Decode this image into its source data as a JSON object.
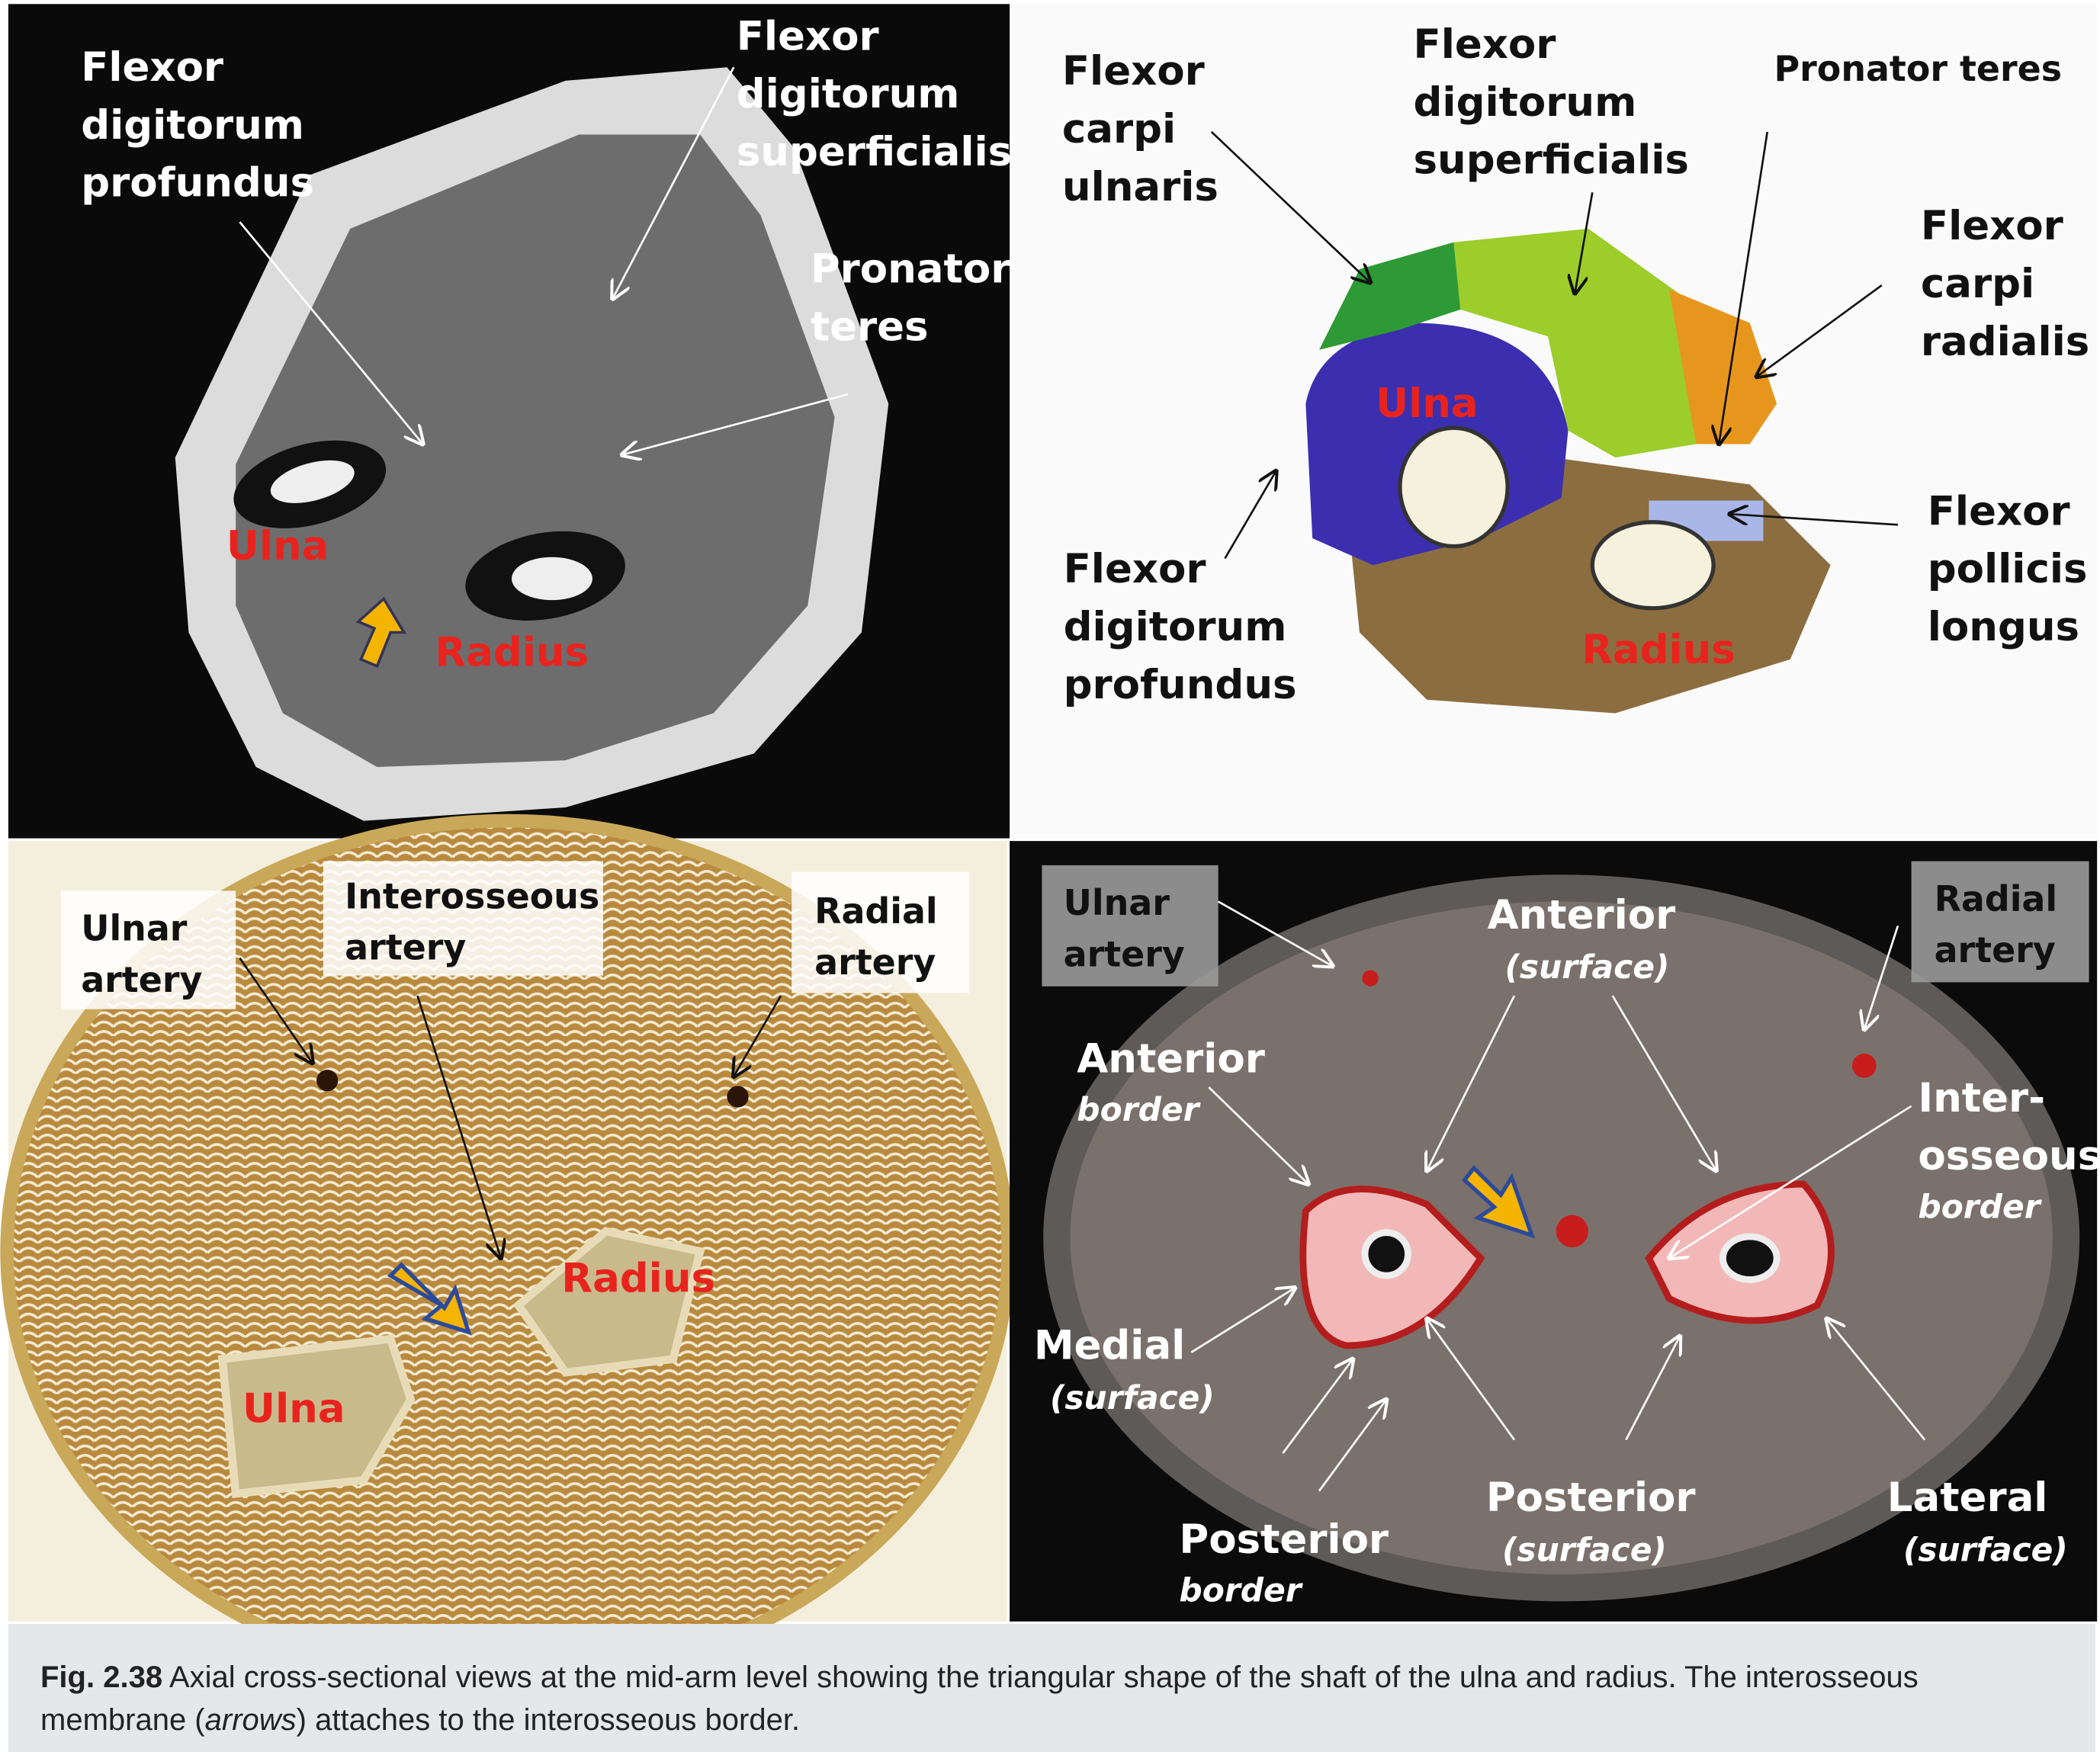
{
  "panels": {
    "mri": {
      "fdp": [
        "Flexor",
        "digitorum",
        "profundus"
      ],
      "fds": [
        "Flexor",
        "digitorum",
        "superficialis"
      ],
      "pt": [
        "Pronator",
        "teres"
      ],
      "ulna": "Ulna",
      "radius": "Radius"
    },
    "model": {
      "fcu": [
        "Flexor",
        "carpi",
        "ulnaris"
      ],
      "fds": [
        "Flexor",
        "digitorum",
        "superficialis"
      ],
      "pt": "Pronator teres",
      "fcr": [
        "Flexor",
        "carpi",
        "radialis"
      ],
      "ulna": "Ulna",
      "fpl": [
        "Flexor",
        "pollicis",
        "longus"
      ],
      "fdp": [
        "Flexor",
        "digitorum",
        "profundus"
      ],
      "radius": "Radius"
    },
    "section": {
      "ulnar_artery": [
        "Ulnar",
        "artery"
      ],
      "interosseous_artery": [
        "Interosseous",
        "artery"
      ],
      "radial_artery": [
        "Radial",
        "artery"
      ],
      "radius": "Radius",
      "ulna": "Ulna"
    },
    "ct": {
      "ulnar_artery": [
        "Ulnar",
        "artery"
      ],
      "radial_artery": [
        "Radial",
        "artery"
      ],
      "anterior_surface": [
        "Anterior",
        "(surface)"
      ],
      "anterior_border": [
        "Anterior",
        "border"
      ],
      "interosseous_border": [
        "Inter-",
        "osseous",
        "border"
      ],
      "medial_surface": [
        "Medial",
        "(surface)"
      ],
      "posterior_surface": [
        "Posterior",
        "(surface)"
      ],
      "lateral_surface": [
        "Lateral",
        "(surface)"
      ],
      "posterior_border": [
        "Posterior",
        "border"
      ]
    }
  },
  "caption": {
    "label": "Fig. 2.38",
    "text_before": " Axial cross-sectional views at the mid-arm level showing the triangular shape of the shaft of the ulna and radius. The interosseous membrane (",
    "italic": "arrows",
    "text_after": ") attaches to the interosseous border."
  },
  "colors": {
    "label_red": "#e8231e",
    "arrow_yellow": "#f5b400",
    "caption_bg": "#e6e7e9"
  }
}
